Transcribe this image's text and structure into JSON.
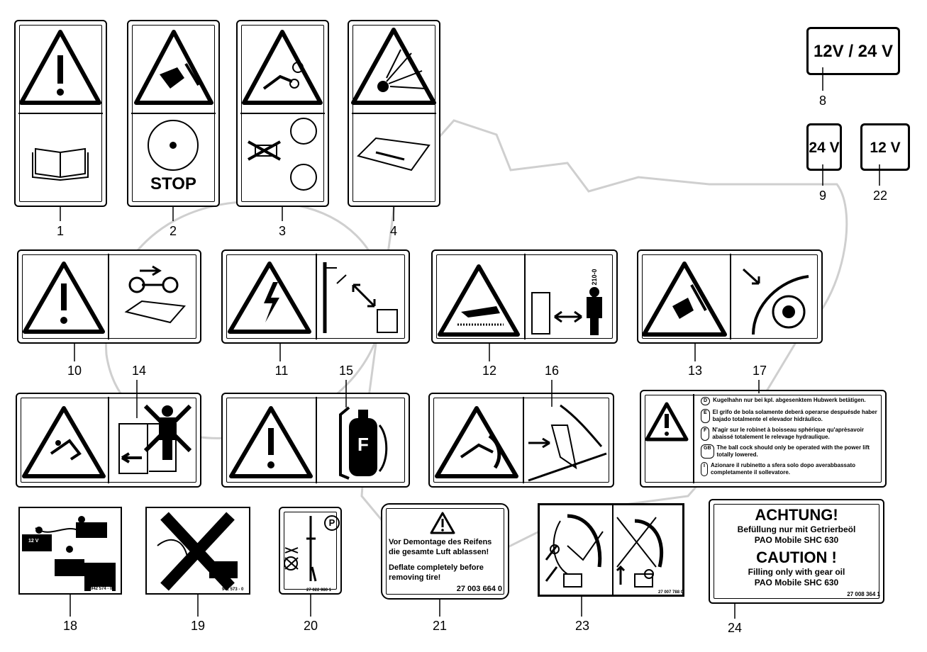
{
  "callouts": [
    "1",
    "2",
    "3",
    "4",
    "8",
    "9",
    "22",
    "10",
    "14",
    "11",
    "15",
    "12",
    "16",
    "13",
    "17",
    "18",
    "19",
    "20",
    "21",
    "23",
    "24"
  ],
  "decal2": {
    "text": "STOP"
  },
  "decal8": {
    "text": "12V / 24 V"
  },
  "decal9": {
    "text": "24 V"
  },
  "decal22": {
    "text": "12 V"
  },
  "decal15": {
    "letter": "F"
  },
  "decal12": {
    "code": "942 210-0"
  },
  "decal17": {
    "lines": [
      {
        "code": "D",
        "text": "Kugelhahn nur bei kpl. abgesenktem Hubwerk betätigen."
      },
      {
        "code": "E",
        "text": "El grifo de bola solamente deberá operarse despuésde haber bajado totalmente el elevador hidráulico."
      },
      {
        "code": "F",
        "text": "N'agir sur le robinet à boisseau sphérique qu'aprèsavoir abaissé totalement le relevage hydraulique."
      },
      {
        "code": "GB",
        "text": "The ball cock should only be operated with the power lift totally lowered."
      },
      {
        "code": "I",
        "text": "Azionare il rubinetto a sfera solo dopo averabbassato completamente il sollevatore."
      }
    ]
  },
  "decal18": {
    "tag": "12 V",
    "code": "942 574 - 0"
  },
  "decal19": {
    "code": "942 573 - 0"
  },
  "decal20": {
    "code": "27 022 980 1"
  },
  "decal21": {
    "de": "Vor Demontage des Reifens die gesamte Luft ablassen!",
    "en": "Deflate completely before removing tire!",
    "code": "27 003 664 0"
  },
  "decal23": {
    "code": "27 007 788 0"
  },
  "decal24": {
    "h1": "ACHTUNG!",
    "de1": "Befüllung nur mit Getrierbeöl",
    "de2": "PAO Mobile SHC 630",
    "h2": "CAUTION !",
    "en1": "Filling only with gear oil",
    "en2": "PAO Mobile SHC 630",
    "code": "27 008 364 1"
  },
  "colors": {
    "ink": "#000000",
    "watermark": "#cfcfcf"
  }
}
